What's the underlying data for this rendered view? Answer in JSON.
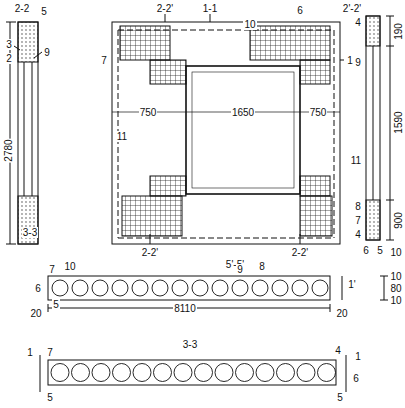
{
  "diagram": {
    "labels": [
      "2-2",
      "5",
      "3",
      "2",
      "9",
      "2780",
      "3-3",
      "2-2'",
      "1-1",
      "6",
      "10",
      "7",
      "11",
      "750",
      "1650",
      "750",
      "1",
      "2-2'",
      "2-2'",
      "2'-2'",
      "4",
      "9",
      "11",
      "8",
      "7",
      "4",
      "6",
      "5",
      "190",
      "1590",
      "900",
      "10",
      "5'-5'",
      "7",
      "10",
      "9",
      "8",
      "6",
      "5",
      "20",
      "8110",
      "20",
      "1'",
      "10",
      "80",
      "10",
      "3-3",
      "1",
      "7",
      "4",
      "1",
      "6",
      "5",
      "5"
    ]
  }
}
